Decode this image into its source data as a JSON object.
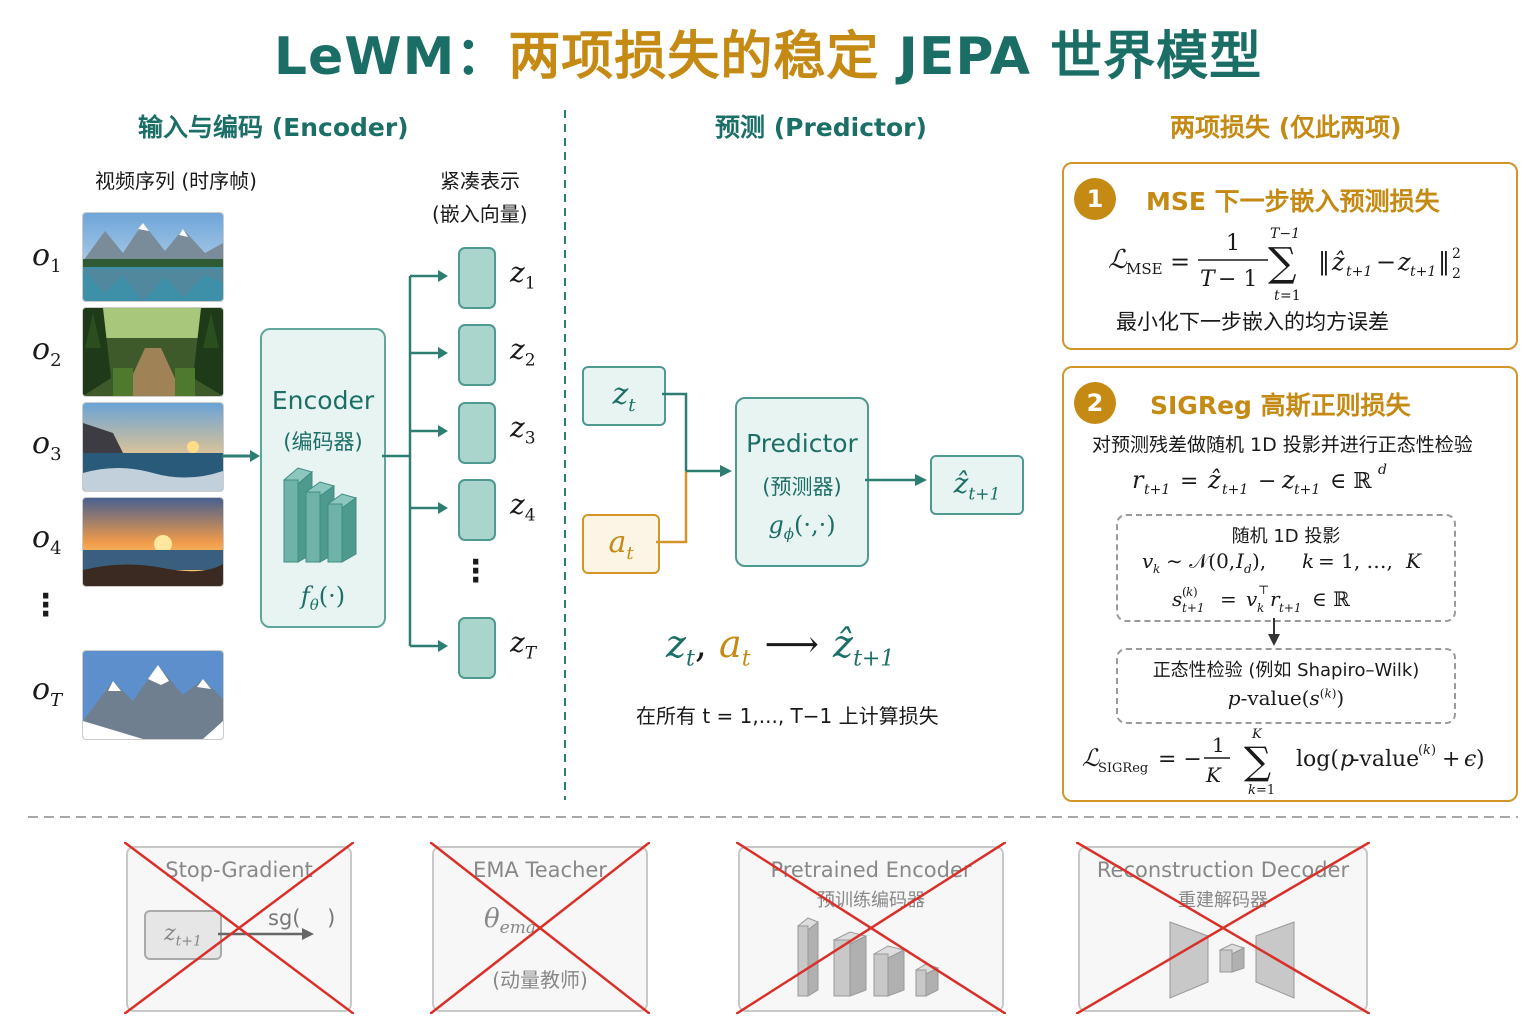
{
  "title": {
    "part1": "LeWM：",
    "part2": "两项损失的稳定",
    "part3": " JEPA 世界模型"
  },
  "sections": {
    "encoding": "输入与编码 (Encoder)",
    "predict": "预测 (Predictor)",
    "losses": "两项损失 (仅此两项)"
  },
  "video": {
    "label": "视频序列 (时序帧)",
    "frames": [
      "o1",
      "o2",
      "o3",
      "o4",
      "oT"
    ]
  },
  "embeddings": {
    "label_line1": "紧凑表示",
    "label_line2": "(嵌入向量)"
  },
  "encoder": {
    "name": "Encoder",
    "cn": "(编码器)",
    "fn": "fθ(·)"
  },
  "predictor": {
    "name": "Predictor",
    "cn": "(预测器)",
    "fn": "gϕ(·,·)",
    "input_z": "zt",
    "input_a": "at",
    "output": "ẑt+1",
    "summary": "在所有 t = 1,..., T−1 上计算损失"
  },
  "loss1": {
    "badge": "1",
    "title": "MSE 下一步嵌入预测损失",
    "desc": "最小化下一步嵌入的均方误差"
  },
  "loss2": {
    "badge": "2",
    "title": "SIGReg 高斯正则损失",
    "desc": "对预测残差做随机 1D 投影并进行正态性检验",
    "proj_title": "随机 1D 投影",
    "test_title": "正态性检验 (例如 Shapiro–Wilk)"
  },
  "removed": [
    {
      "title": "Stop-Gradient",
      "sub": "sg(    )"
    },
    {
      "title": "EMA Teacher",
      "sub": "(动量教师)"
    },
    {
      "title": "Pretrained Encoder",
      "sub": "预训练编码器"
    },
    {
      "title": "Reconstruction Decoder",
      "sub": "重建解码器"
    }
  ],
  "colors": {
    "teal": "#1a6e66",
    "gold": "#c58a14",
    "cross": "#d9302a"
  }
}
